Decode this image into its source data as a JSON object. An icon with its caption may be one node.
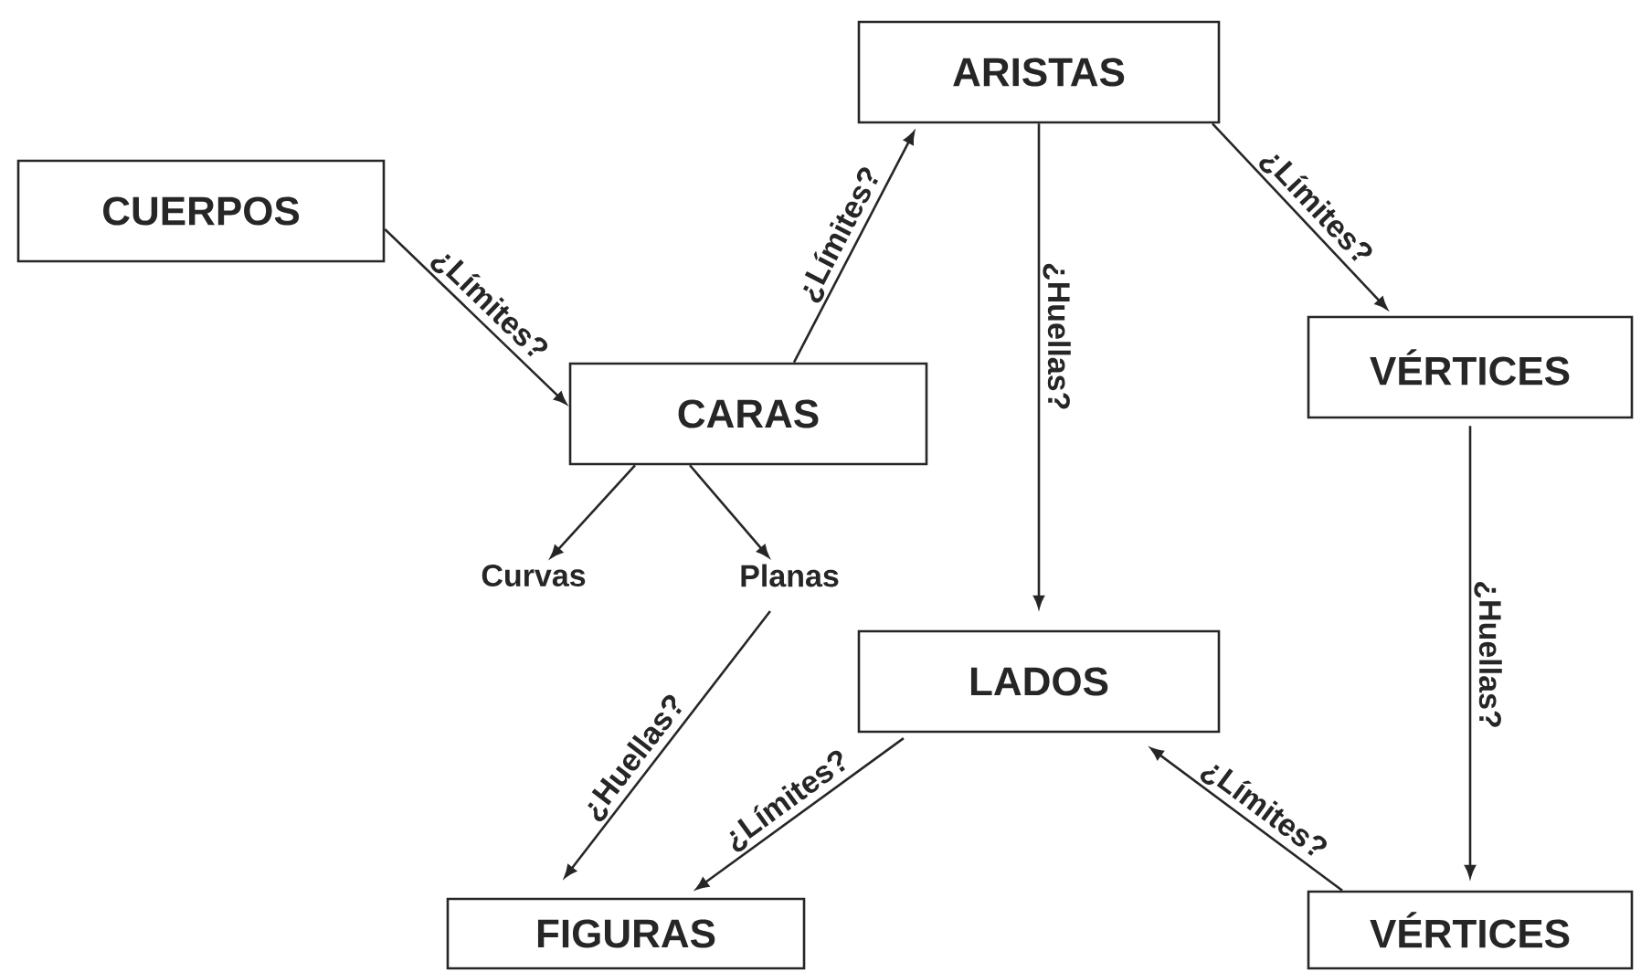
{
  "diagram": {
    "nodes": [
      {
        "text": [
          "ARISTAS"
        ]
      },
      {
        "text": [
          "CUERPOS"
        ]
      },
      {
        "text": [
          "CARAS"
        ]
      },
      {
        "text": [
          "VÉRTICES"
        ]
      },
      {
        "text": [
          "Curvas"
        ]
      },
      {
        "text": [
          "Planas"
        ]
      },
      {
        "text": [
          "LADOS"
        ]
      },
      {
        "text": [
          "FIGURAS"
        ]
      },
      {
        "text": [
          "VÉRTICES"
        ]
      }
    ],
    "edges": [
      {
        "from": 1,
        "to": 2,
        "arrow": "to",
        "label": "¿Límites?"
      },
      {
        "from": 2,
        "to": 0,
        "arrow": "to",
        "label": "¿Límites?"
      },
      {
        "from": 0,
        "to": 3,
        "arrow": "to",
        "label": "¿Límites?"
      },
      {
        "from": 0,
        "to": 6,
        "arrow": "to",
        "label": "¿Huellas?"
      },
      {
        "from": 2,
        "to": 4,
        "arrow": "to"
      },
      {
        "from": 2,
        "to": 5,
        "arrow": "to"
      },
      {
        "from": 5,
        "to": 7,
        "arrow": "to",
        "label": "¿Huellas?"
      },
      {
        "from": 6,
        "to": 7,
        "arrow": "to",
        "label": "¿Límites?"
      },
      {
        "from": 3,
        "to": 8,
        "arrow": "to",
        "label": "¿Huellas?"
      },
      {
        "from": 8,
        "to": 6,
        "arrow": "to",
        "label": "¿Límites?"
      }
    ]
  }
}
